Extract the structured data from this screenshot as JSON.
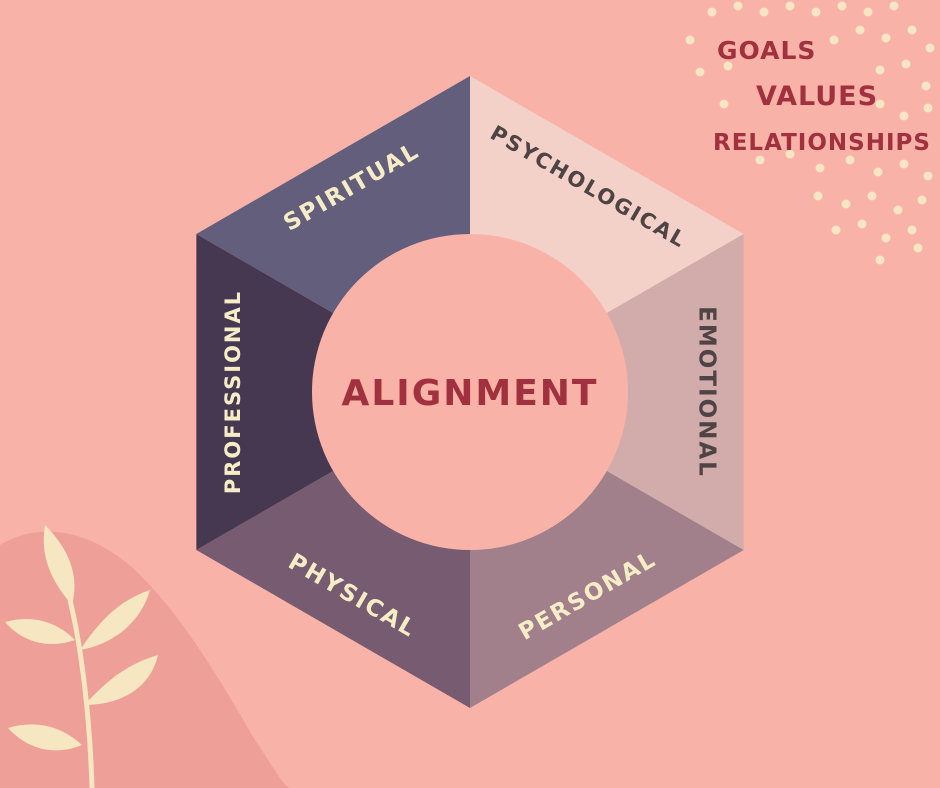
{
  "center_label": "ALIGNMENT",
  "keywords": [
    "GOALS",
    "VALUES",
    "RELATIONSHIPS"
  ],
  "segments": [
    {
      "label": "PSYCHOLOGICAL",
      "fill": "#f4d1c8",
      "text_color": "#4e4446"
    },
    {
      "label": "EMOTIONAL",
      "fill": "#d1acaa",
      "text_color": "#4e4446"
    },
    {
      "label": "PERSONAL",
      "fill": "#a1808c",
      "text_color": "#f6ecc6"
    },
    {
      "label": "PHYSICAL",
      "fill": "#775b70",
      "text_color": "#f6ecc6"
    },
    {
      "label": "PROFESSIONAL",
      "fill": "#473852",
      "text_color": "#f6ecc6"
    },
    {
      "label": "SPIRITUAL",
      "fill": "#625e7b",
      "text_color": "#f6ecc6"
    }
  ],
  "colors": {
    "background": "#f8b2a8",
    "accent_text": "#a2313f",
    "dots": "#f7e6c4",
    "leaf": "#f6e6c2",
    "blob": "#ee9f97"
  }
}
